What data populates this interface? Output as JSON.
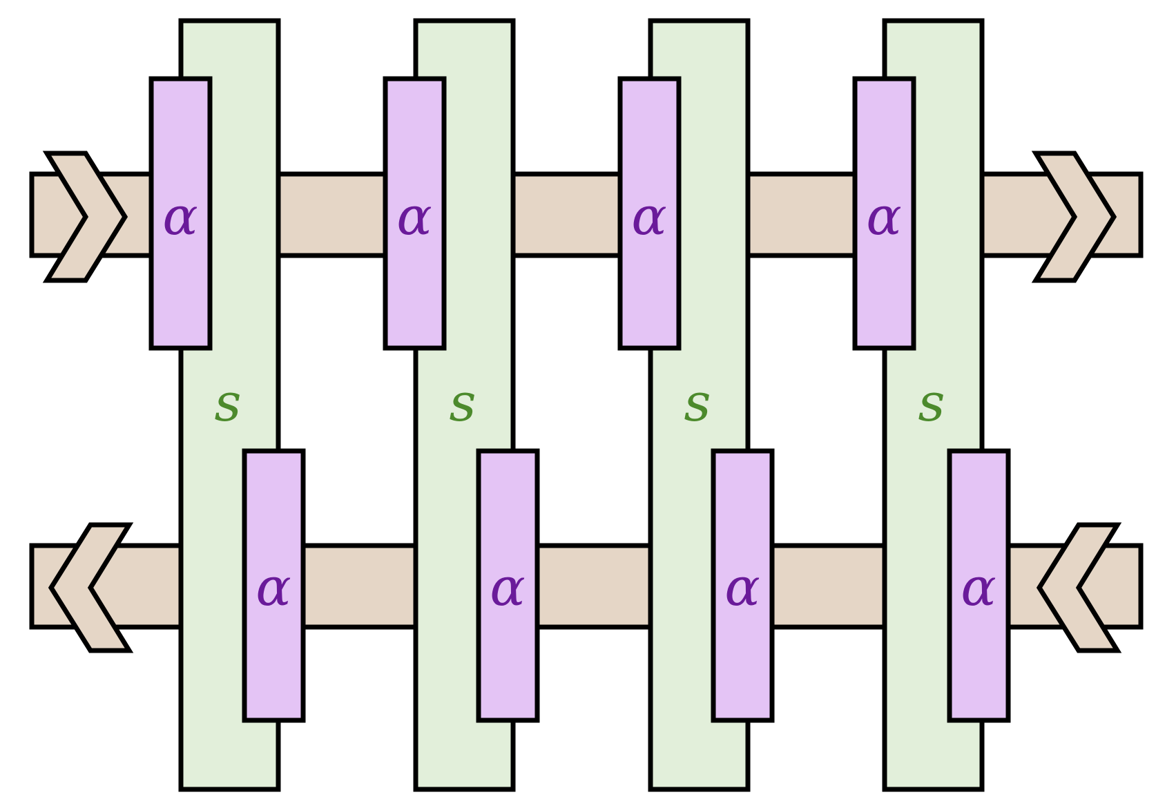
{
  "diagram": {
    "colors": {
      "wire_fill": "#e5d6c6",
      "column_fill": "#e2efda",
      "box_fill": "#e4c4f5",
      "outline": "#000000",
      "alpha_text": "#6a1a9a",
      "s_text": "#4c8a2c"
    },
    "wires": [
      {
        "direction": "right"
      },
      {
        "direction": "left"
      }
    ],
    "columns": [
      {
        "label": "s",
        "top_box": {
          "label": "α"
        },
        "bottom_box": {
          "label": "α"
        }
      },
      {
        "label": "s",
        "top_box": {
          "label": "α"
        },
        "bottom_box": {
          "label": "α"
        }
      },
      {
        "label": "s",
        "top_box": {
          "label": "α"
        },
        "bottom_box": {
          "label": "α"
        }
      },
      {
        "label": "s",
        "top_box": {
          "label": "α"
        },
        "bottom_box": {
          "label": "α"
        }
      }
    ]
  }
}
